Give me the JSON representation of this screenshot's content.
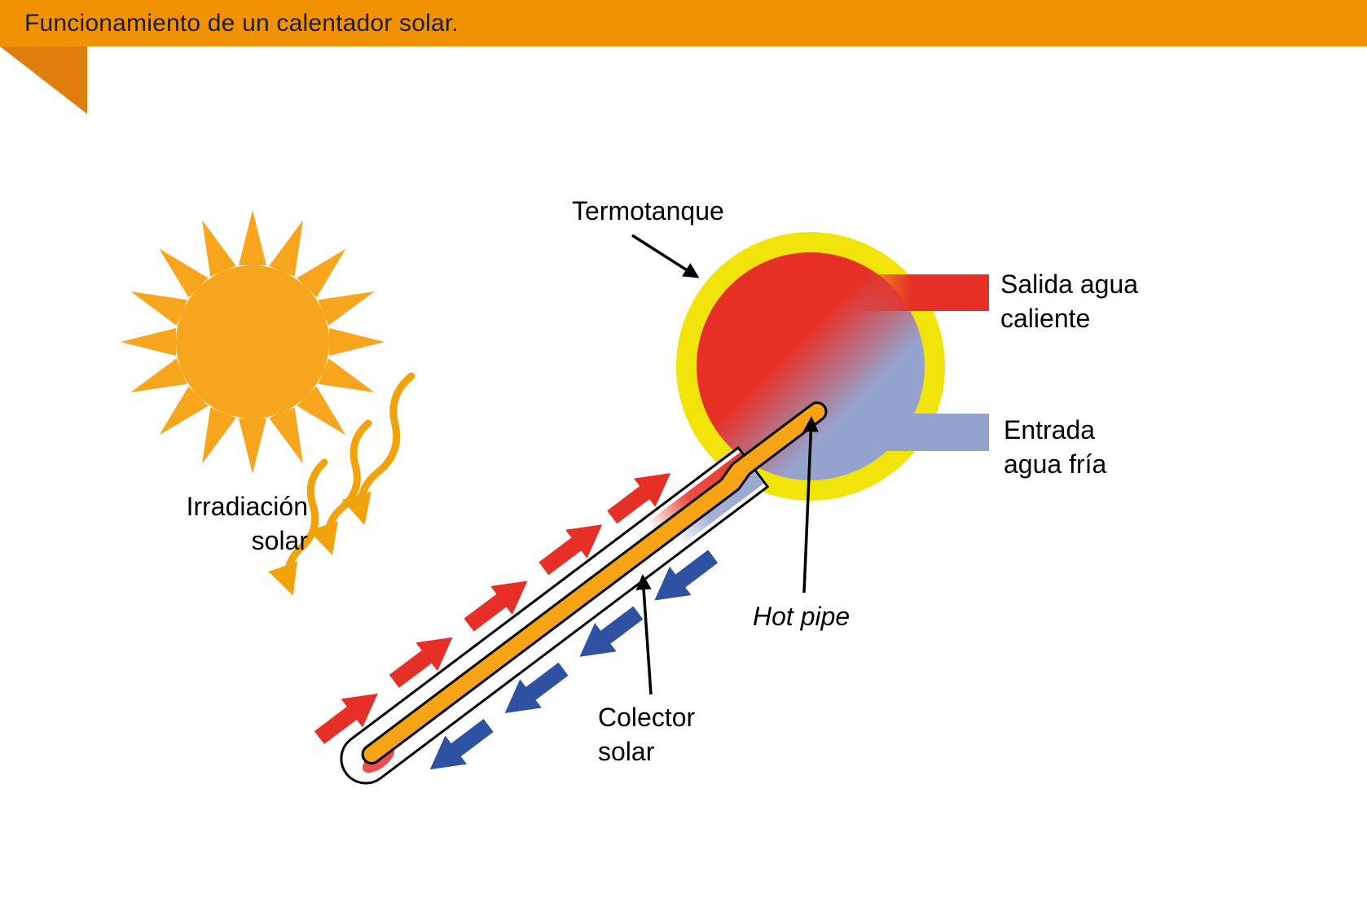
{
  "header": {
    "title": "Funcionamiento de un calentador solar."
  },
  "diagram": {
    "labels": {
      "irradiacion": "Irradiación\nsolar",
      "termotanque": "Termotanque",
      "salida": "Salida agua\ncaliente",
      "entrada": "Entrada\nagua fría",
      "hot_pipe": "Hot pipe",
      "colector": "Colector\nsolar"
    },
    "colors": {
      "header_bar": "#F19104",
      "corner_triangle": "#DF7D0D",
      "sun": "#F6A51C",
      "irradiation_arrow": "#F0A30A",
      "hot_red": "#E63027",
      "cold_blue_arrow": "#2E51A2",
      "tank_cold": "#94A3CE",
      "tank_ring": "#F2E30B",
      "hot_pipe_orange": "#F6A316",
      "tube_outline": "#000000"
    }
  }
}
